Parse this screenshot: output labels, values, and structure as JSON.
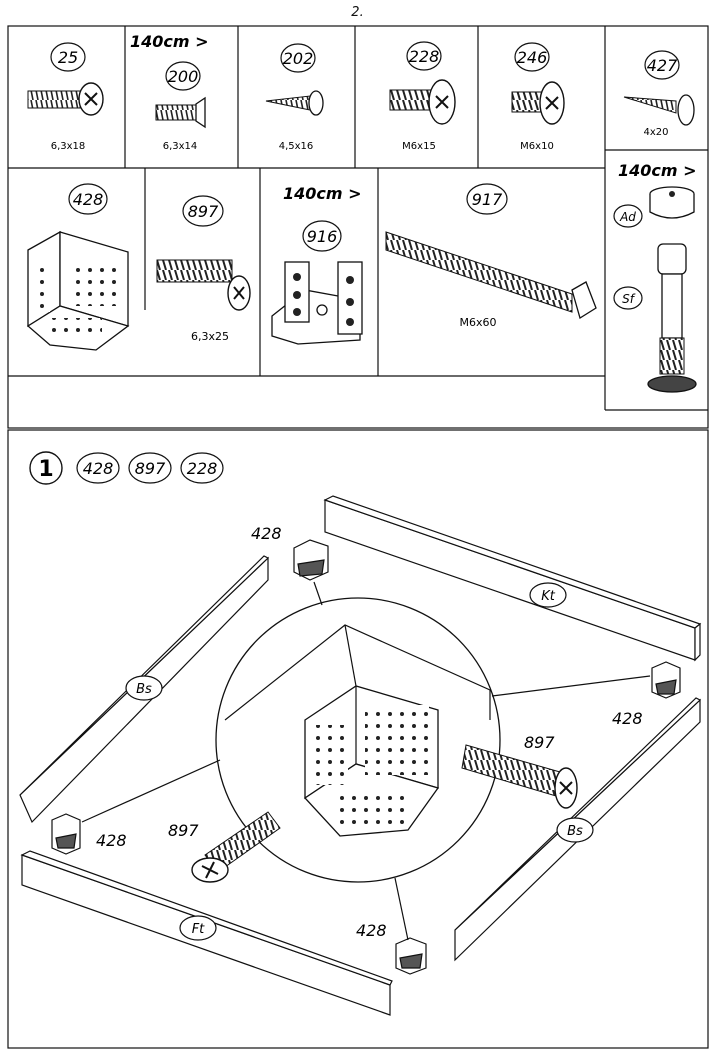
{
  "page_number": "2.",
  "parts_row1": [
    {
      "id": "25",
      "size": "6,3x18",
      "note": ""
    },
    {
      "id": "200",
      "size": "6,3x14",
      "note": "140cm >"
    },
    {
      "id": "202",
      "size": "4,5x16",
      "note": ""
    },
    {
      "id": "228",
      "size": "M6x15",
      "note": ""
    },
    {
      "id": "246",
      "size": "M6x10",
      "note": ""
    },
    {
      "id": "427",
      "size": "4x20",
      "note": ""
    }
  ],
  "parts_row2": [
    {
      "id": "428",
      "size": "",
      "note": ""
    },
    {
      "id": "897",
      "size": "6,3x25",
      "note": ""
    },
    {
      "id": "916",
      "size": "",
      "note": "140cm >"
    },
    {
      "id": "917",
      "size": "M6x60",
      "note": ""
    }
  ],
  "side_parts": {
    "note": "140cm >",
    "items": [
      "Ad",
      "Sf"
    ]
  },
  "step": {
    "number": "1",
    "parts": [
      "428",
      "897",
      "228"
    ],
    "panels": [
      "Bs",
      "Kt",
      "Bs",
      "Ft"
    ],
    "callouts": [
      "428",
      "428",
      "428",
      "428",
      "897",
      "897"
    ]
  }
}
